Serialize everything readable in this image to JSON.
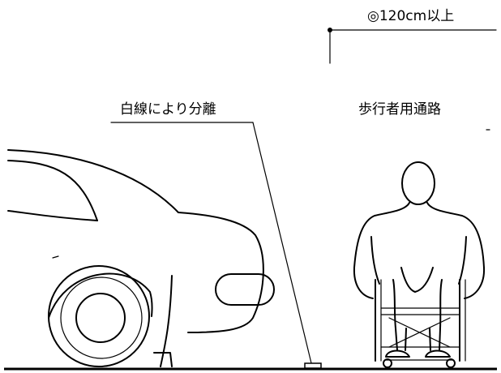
{
  "labels": {
    "width_requirement": "◎120cm以上",
    "separation": "白線により分離",
    "pedestrian_path": "歩行者用通路"
  },
  "icons": {
    "car": "car-icon",
    "wheelchair_user": "wheelchair-user-icon",
    "white_line_marker": "white-line-icon"
  }
}
